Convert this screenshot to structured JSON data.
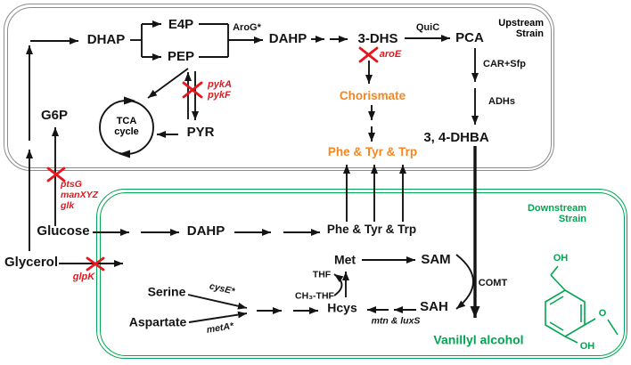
{
  "figure_title": "Vanillyl alcohol co-culture pathway diagram",
  "colors": {
    "black": "#141414",
    "knockout_red": "#e8151d",
    "aromatic_orange": "#f6861f",
    "downstream_green": "#00a651",
    "upstream_gray": "#8c8c8c",
    "background": "#ffffff"
  },
  "upstream_strain": {
    "line1": "Upstream",
    "line2": "Strain"
  },
  "downstream_strain": {
    "line1": "Downstream",
    "line2": "Strain"
  },
  "metabolites": {
    "dhap_top": "DHAP",
    "e4p": "E4P",
    "pep": "PEP",
    "dahp_top": "DAHP",
    "dhs": "3-DHS",
    "pca": "PCA",
    "g6p": "G6P",
    "tca_line1": "TCA",
    "tca_line2": "cycle",
    "pyr": "PYR",
    "dhba": "3, 4-DHBA",
    "chorismate": "Chorismate",
    "aromatics_upper": "Phe & Tyr & Trp",
    "glucose": "Glucose",
    "glycerol": "Glycerol",
    "dahp_lower": "DAHP",
    "aromatics_lower": "Phe & Tyr & Trp",
    "serine": "Serine",
    "aspartate": "Aspartate",
    "met": "Met",
    "sam": "SAM",
    "sah": "SAH",
    "hcys": "Hcys",
    "thf": "THF",
    "ch3_thf": "CH₃-THF",
    "vanillyl_alcohol": "Vanillyl alcohol"
  },
  "enzymes": {
    "arog": "AroG*",
    "quic": "QuiC",
    "car_sfp": "CAR+Sfp",
    "adhs": "ADHs",
    "comt": "COMT",
    "cyse": "cysE*",
    "meta": "metA*",
    "mtn_luxs": "mtn & luxS"
  },
  "knockouts": {
    "pyka": "pykA",
    "pykf": "pykF",
    "aroe": "aroE",
    "ptsg": "ptsG",
    "manxyz": "manXYZ",
    "glk": "glk",
    "glpk": "glpK"
  },
  "structure_labels": {
    "oh_top": "OH",
    "o_methoxy": "O",
    "oh_bottom": "OH"
  }
}
